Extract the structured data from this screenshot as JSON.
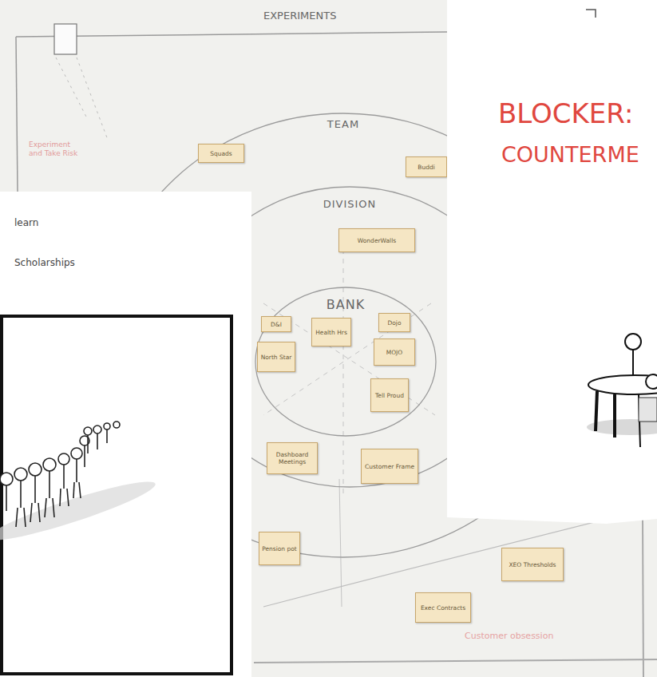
{
  "diagram": {
    "nodes": [
      {
        "text": [
          "TEAM"
        ]
      },
      {
        "text": [
          "Squads"
        ],
        "in": 0
      },
      {
        "text": [
          "Buddi"
        ],
        "in": 0
      },
      {
        "text": [
          "DIVISION"
        ],
        "in": 0
      },
      {
        "text": [
          "WonderWalls"
        ],
        "in": 3
      },
      {
        "text": [
          "BANK"
        ],
        "in": 3
      },
      {
        "text": [
          "D&I"
        ],
        "in": 5
      },
      {
        "text": [
          "Health Hrs"
        ],
        "in": 5
      },
      {
        "text": [
          "Dojo"
        ],
        "in": 5
      },
      {
        "text": [
          "North Star"
        ],
        "in": 5
      },
      {
        "text": [
          "MOJO"
        ],
        "in": 5
      },
      {
        "text": [
          "Tell Proud"
        ],
        "in": 5
      },
      {
        "text": [
          "Dashboard Meetings"
        ],
        "in": 3
      },
      {
        "text": [
          "Customer Frame"
        ],
        "in": 3
      },
      {
        "text": [
          "Pension pot"
        ]
      },
      {
        "text": [
          "XEO Thresholds"
        ]
      },
      {
        "text": [
          "Exec Contracts"
        ]
      }
    ],
    "labels": [
      "EXPERIMENTS",
      "Experiment and Take Risk",
      "learn",
      "Scholarships",
      "BLOCKER:",
      "COUNTERME",
      "Customer obsession"
    ]
  }
}
